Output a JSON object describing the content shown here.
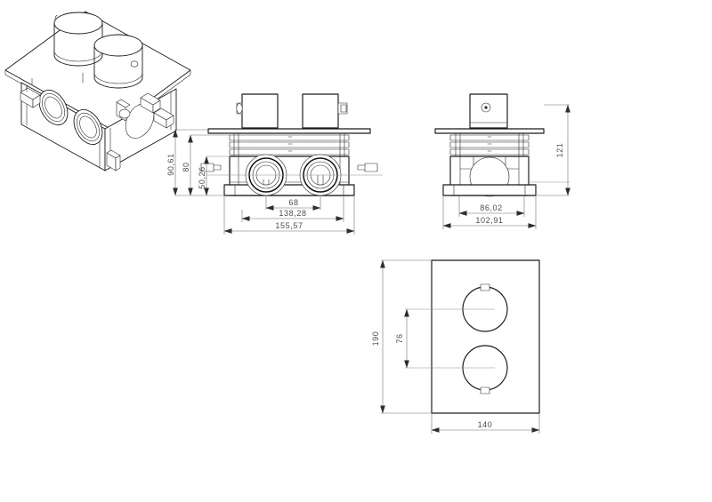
{
  "document": {
    "type": "engineering-drawing",
    "subject": "Concealed thermostatic shower mixer valve body with two control knobs",
    "background_color": "#ffffff",
    "line_color": "#1a1a1a",
    "dimension_color": "#4d4d4d",
    "units": "mm"
  },
  "views": {
    "isometric": {
      "name": "Isometric view",
      "description": "3D pictorial of valve body with mounting plate, two cylindrical knobs, threaded inlet ports and mounting brackets"
    },
    "front": {
      "name": "Front elevation",
      "description": "Front view of valve body showing two concentric port openings, ribbed top section and two knob housings"
    },
    "side": {
      "name": "Side elevation",
      "description": "Side view showing single knob housing, ribbed section and central circular port"
    },
    "bottom": {
      "name": "Face plate view",
      "description": "Rectangular escutcheon plate with two circular knob openings"
    }
  },
  "dimensions": {
    "front": {
      "overall_height": "90,61",
      "mid_height": "80",
      "port_height": "50,26",
      "port_spacing": "68",
      "inner_width": "138,28",
      "overall_width": "155,57"
    },
    "side": {
      "overall_height": "121",
      "inner_width": "86,02",
      "overall_width": "102,91"
    },
    "plate": {
      "overall_height": "190",
      "knob_spacing": "76",
      "overall_width": "140"
    }
  }
}
